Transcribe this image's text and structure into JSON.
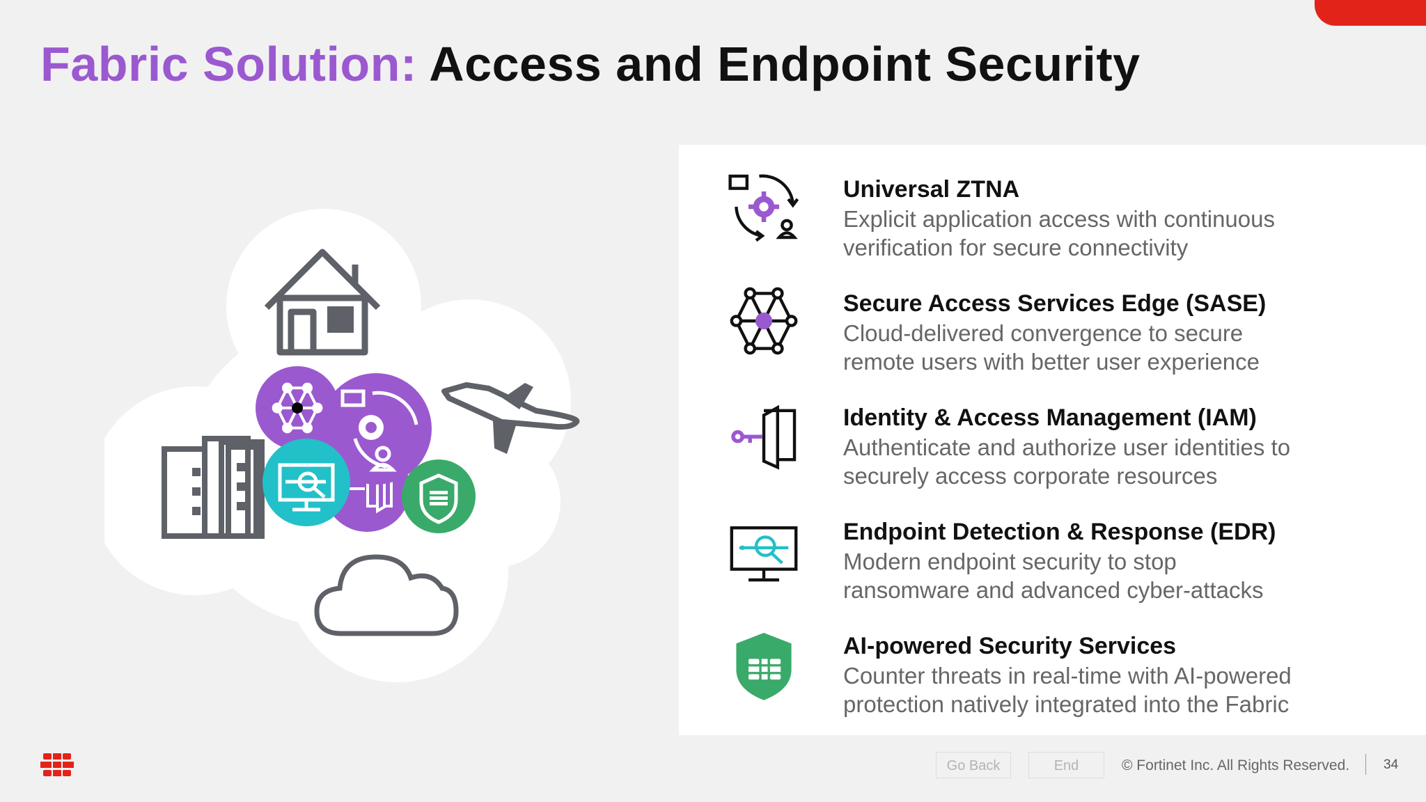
{
  "slide": {
    "title_accent": "Fabric Solution:",
    "title_main": "Access and Endpoint Security"
  },
  "items": [
    {
      "icon": "ztna-icon",
      "heading": "Universal ZTNA",
      "line1": "Explicit application access with continuous",
      "line2": "verification for secure connectivity"
    },
    {
      "icon": "sase-icon",
      "heading": "Secure Access Services Edge (SASE)",
      "line1": "Cloud-delivered convergence to secure",
      "line2": "remote users with better user experience"
    },
    {
      "icon": "iam-icon",
      "heading": "Identity & Access Management (IAM)",
      "line1": "Authenticate and authorize user identities to",
      "line2": "securely access corporate resources"
    },
    {
      "icon": "edr-icon",
      "heading": "Endpoint Detection & Response (EDR)",
      "line1": "Modern endpoint security to stop",
      "line2": "ransomware and advanced cyber-attacks"
    },
    {
      "icon": "ai-shield-icon",
      "heading": "AI-powered Security Services",
      "line1": "Counter threats in real-time with AI-powered",
      "line2": "protection natively integrated into the Fabric"
    }
  ],
  "footer": {
    "go_back": "Go Back",
    "end": "End",
    "copyright": "© Fortinet Inc. All Rights Reserved.",
    "page": "34"
  },
  "colors": {
    "accent_purple": "#9b59d0",
    "brand_red": "#e2231a",
    "teal": "#22c0c8",
    "green": "#3aaa6a",
    "icon_gray": "#5f6168"
  }
}
